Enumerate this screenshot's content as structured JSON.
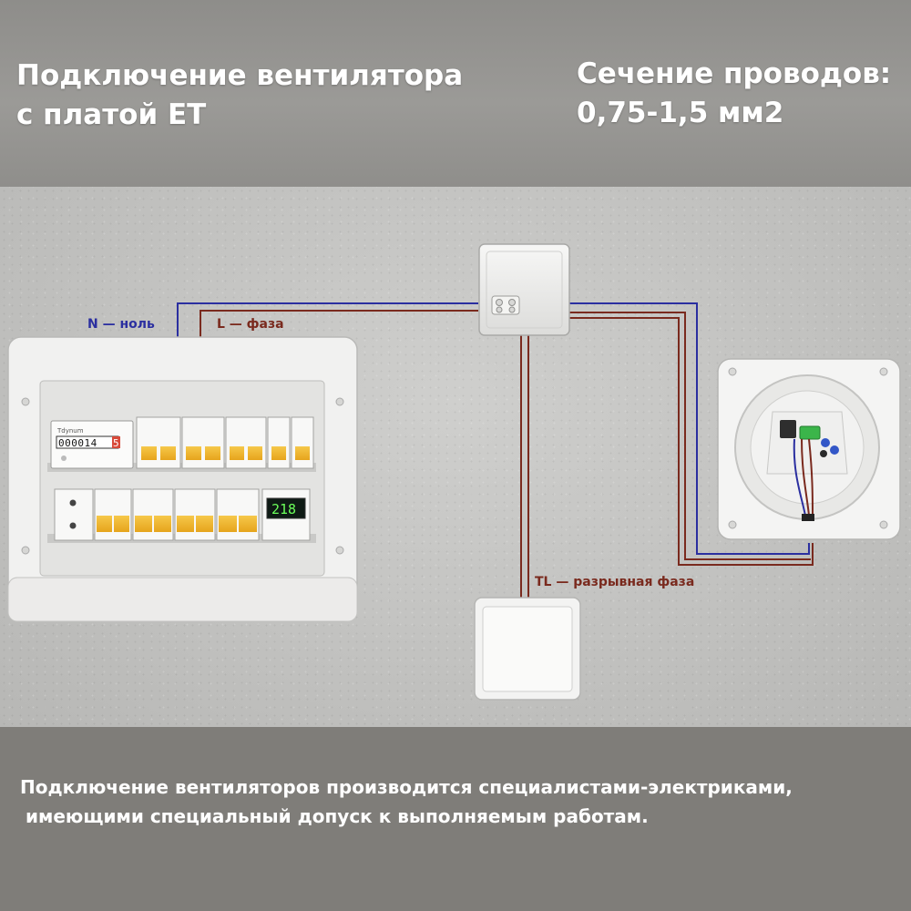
{
  "header": {
    "title_line1": "Подключение вентилятора",
    "title_line2": "с платой ET",
    "cross_section_line1": "Сечение проводов:",
    "cross_section_line2": "0,75-1,5 мм2"
  },
  "diagram": {
    "labels": {
      "neutral": "N — ноль",
      "phase": "L — фаза",
      "switched_phase": "TL — разрывная фаза"
    },
    "wire_colors": {
      "neutral": "#2b2fa0",
      "phase": "#7a2a1e"
    },
    "panel": {
      "meter_brand": "Tdynum",
      "meter_reading": "000014",
      "meter_reading_fraction": "5",
      "voltmeter_value": "218"
    }
  },
  "footer": {
    "line1": "Подключение вентиляторов производится специалистами-электриками,",
    "line2": "имеющими специальный допуск к выполняемым работам."
  }
}
